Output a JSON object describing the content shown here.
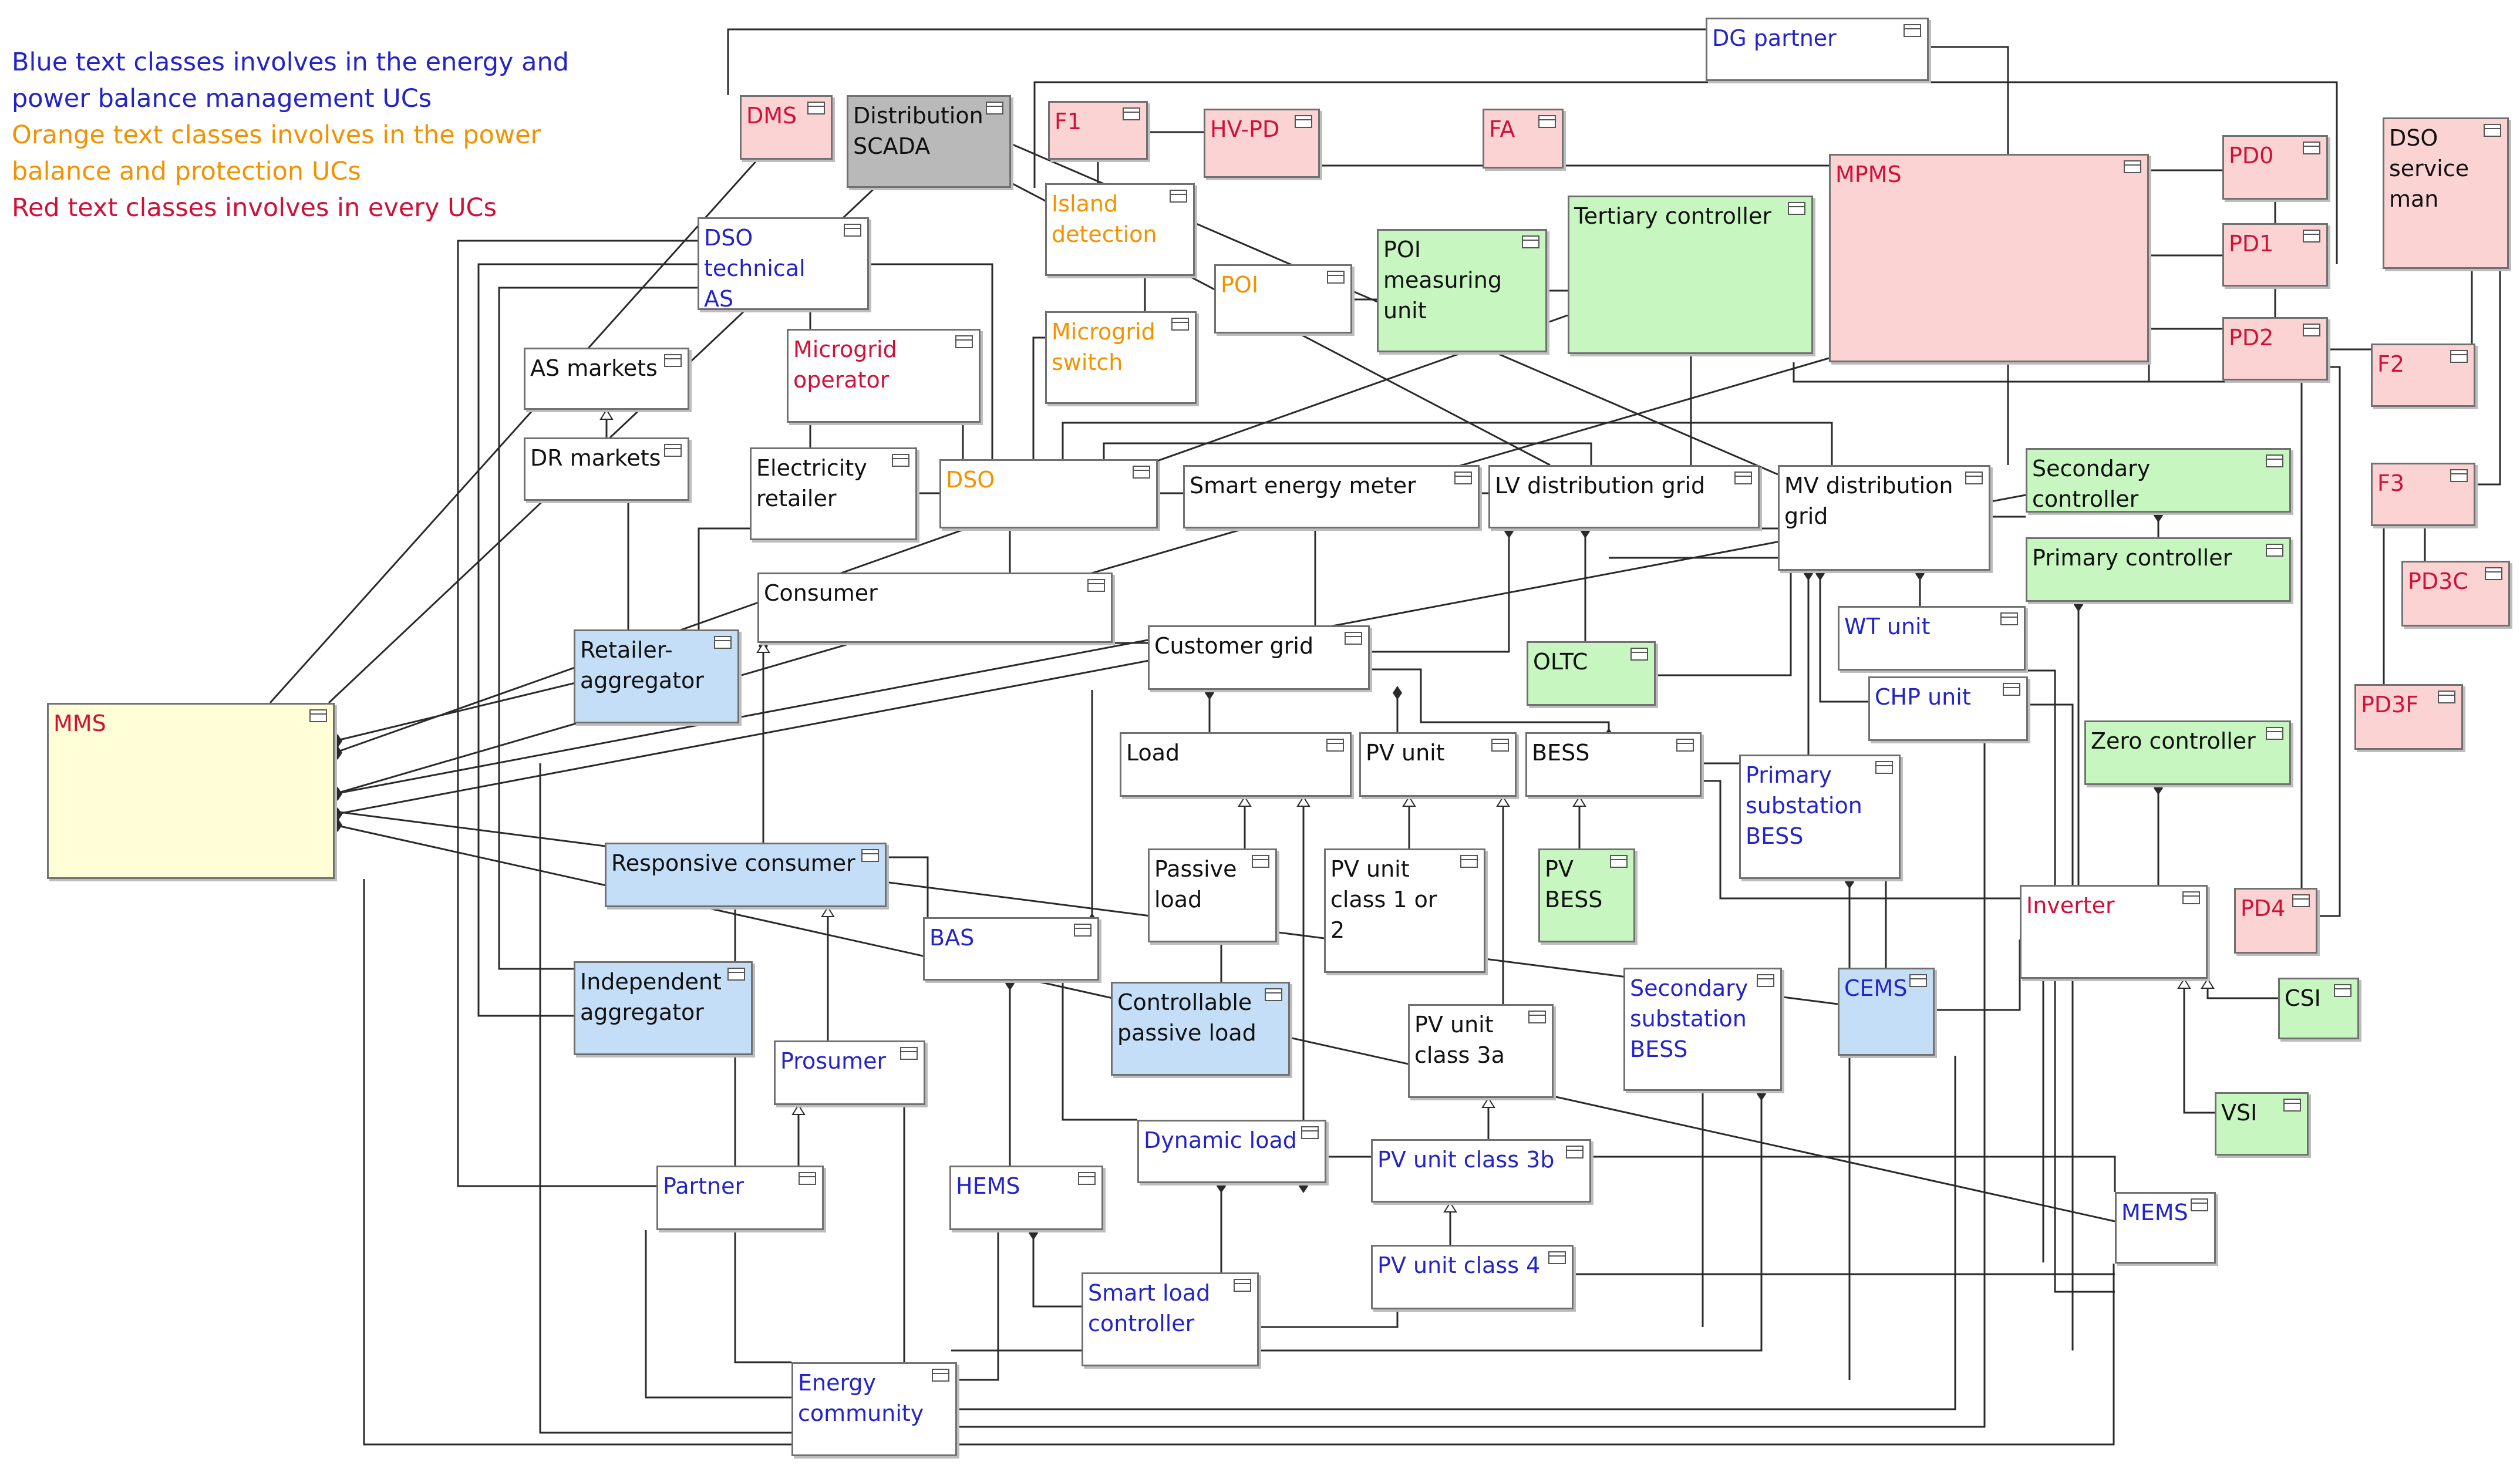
{
  "legend": {
    "blue_lines": [
      "Blue text classes involves in the energy and",
      "power balance management UCs"
    ],
    "orange_lines": [
      "Orange text classes involves in the power",
      "balance and protection UCs"
    ],
    "red_lines": [
      "Red text classes involves in every UCs"
    ]
  },
  "colors": {
    "blue_text": "#2323c8",
    "orange_text": "#f39200",
    "red_text": "#d01037",
    "black_text": "#111111",
    "pink_fill": "#fbd3d3",
    "green_fill": "#c7f6c0",
    "blue_fill": "#c5def8",
    "gray_fill": "#b9b9b9",
    "yellow_fill": "#fffed6",
    "line": "#2a2a2a"
  },
  "classes": {
    "dg_partner": "DG partner",
    "dms": "DMS",
    "scada": "Distribution\nSCADA",
    "f1": "F1",
    "hv_pd": "HV-PD",
    "fa": "FA",
    "mpms": "MPMS",
    "pd0": "PD0",
    "pd1": "PD1",
    "pd2": "PD2",
    "dso_service_man": "DSO\nservice\nman",
    "f2": "F2",
    "f3": "F3",
    "pd3c": "PD3C",
    "pd3f": "PD3F",
    "pd4": "PD4",
    "dso_technical_as": "DSO\ntechnical AS",
    "island_detection": "Island\ndetection",
    "poi": "POI",
    "poi_measuring_unit": "POI\nmeasuring\nunit",
    "tertiary_controller": "Tertiary controller",
    "microgrid_switch": "Microgrid\nswitch",
    "microgrid_operator": "Microgrid\noperator",
    "as_markets": "AS markets",
    "dr_markets": "DR markets",
    "electricity_retailer": "Electricity\nretailer",
    "dso": "DSO",
    "smart_energy_meter": "Smart energy meter",
    "lv_distribution_grid": "LV distribution grid",
    "mv_distribution_grid": "MV distribution\ngrid",
    "secondary_controller": "Secondary controller",
    "primary_controller": "Primary controller",
    "consumer": "Consumer",
    "retailer_aggregator": "Retailer-\naggregator",
    "customer_grid": "Customer grid",
    "oltc": "OLTC",
    "wt_unit": "WT unit",
    "chp_unit": "CHP unit",
    "zero_controller": "Zero controller",
    "mms": "MMS",
    "load": "Load",
    "pv_unit": "PV unit",
    "bess": "BESS",
    "primary_substation_bess": "Primary\nsubstation\nBESS",
    "responsive_consumer": "Responsive consumer",
    "passive_load": "Passive\nload",
    "pv_unit_class_1_or_2": "PV unit\nclass 1 or 2",
    "pv_bess": "PV\nBESS",
    "inverter": "Inverter",
    "bas": "BAS",
    "controllable_passive_load": "Controllable\npassive load",
    "secondary_substation_bess": "Secondary\nsubstation\nBESS",
    "cems": "CEMS",
    "csi": "CSI",
    "independent_aggregator": "Independent\naggregator",
    "prosumer": "Prosumer",
    "pv_unit_class_3a": "PV unit\nclass 3a",
    "vsi": "VSI",
    "dynamic_load": "Dynamic load",
    "pv_unit_class_3b": "PV unit class 3b",
    "partner": "Partner",
    "hems": "HEMS",
    "mems": "MEMS",
    "pv_unit_class_4": "PV unit class 4",
    "smart_load_controller": "Smart load\ncontroller",
    "energy_community": "Energy\ncommunity"
  }
}
